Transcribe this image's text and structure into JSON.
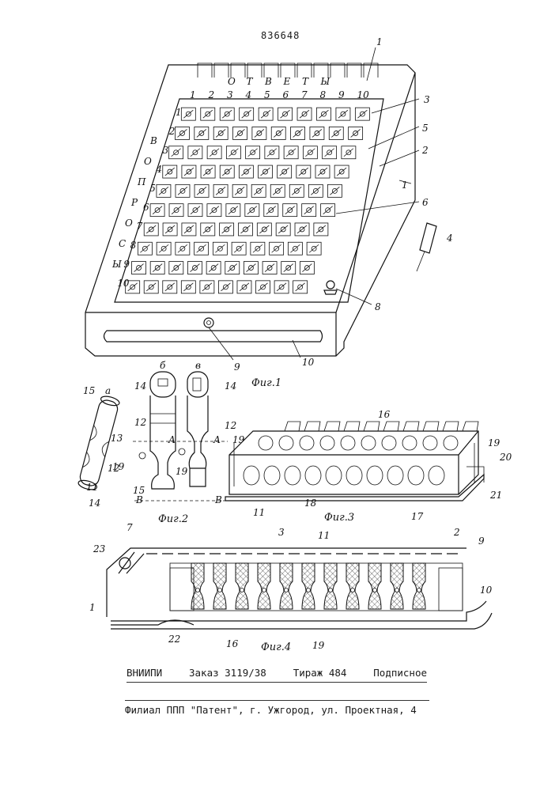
{
  "patent_number": "836648",
  "figures": {
    "fig1": {
      "caption": "Фиг.1",
      "column_numbers": [
        "1",
        "2",
        "3",
        "4",
        "5",
        "6",
        "7",
        "8",
        "9",
        "10"
      ],
      "row_numbers": [
        "1",
        "2",
        "3",
        "4",
        "5",
        "6",
        "7",
        "8",
        "9",
        "10"
      ],
      "column_letters": [
        "О",
        "Т",
        "В",
        "Е",
        "Т",
        "Ы"
      ],
      "side_letters": [
        "В",
        "О",
        "П",
        "Р",
        "О",
        "С",
        "Ы"
      ],
      "refs": [
        "1",
        "3",
        "5",
        "2",
        "1",
        "6",
        "4",
        "8",
        "9",
        "10"
      ]
    },
    "fig2": {
      "caption": "Фиг.2",
      "view_labels": [
        "а",
        "б",
        "в"
      ],
      "section_labels": [
        "А",
        "А",
        "В",
        "В"
      ],
      "refs": [
        "15",
        "13",
        "12",
        "19",
        "11",
        "14",
        "14",
        "12",
        "15",
        "14",
        "12",
        "19"
      ]
    },
    "fig3": {
      "caption": "Фиг.3",
      "refs": [
        "16",
        "19",
        "19",
        "20",
        "21",
        "17",
        "18",
        "11"
      ]
    },
    "fig4": {
      "caption": "Фиг.4",
      "refs": [
        "7",
        "23",
        "3",
        "11",
        "2",
        "9",
        "1",
        "10",
        "22",
        "16",
        "19"
      ]
    }
  },
  "footer": {
    "org": "ВНИИПИ",
    "order": "Заказ 3119/38",
    "circulation": "Тираж 484",
    "subscription": "Подписное",
    "branch": "Филиал ППП \"Патент\", г. Ужгород, ул. Проектная, 4"
  }
}
